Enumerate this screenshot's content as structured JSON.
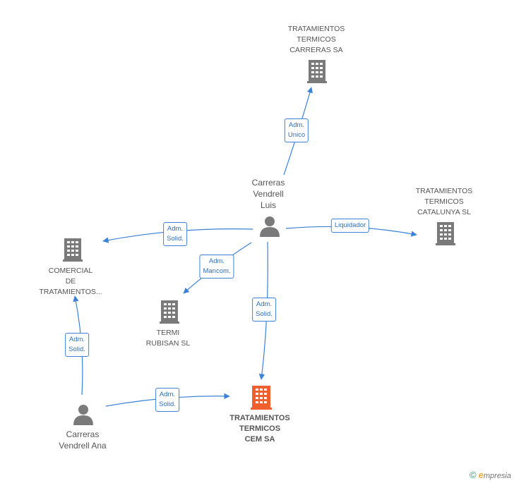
{
  "nodes": {
    "carreras_sa": {
      "lines": [
        "TRATAMIENTOS",
        "TERMICOS",
        "CARRERAS SA"
      ],
      "color": "#7a7a7a"
    },
    "catalunya": {
      "lines": [
        "TRATAMIENTOS",
        "TERMICOS",
        "CATALUNYA SL"
      ],
      "color": "#7a7a7a"
    },
    "comercial": {
      "lines": [
        "COMERCIAL",
        "DE",
        "TRATAMIENTOS..."
      ],
      "color": "#7a7a7a"
    },
    "rubisan": {
      "lines": [
        "TERMI",
        "RUBISAN SL"
      ],
      "color": "#7a7a7a"
    },
    "cem": {
      "lines": [
        "TRATAMIENTOS",
        "TERMICOS",
        "CEM SA"
      ],
      "color": "#f0602e"
    },
    "luis": {
      "lines": [
        "Carreras",
        "Vendrell",
        "Luis"
      ],
      "color": "#7a7a7a"
    },
    "ana": {
      "lines": [
        "Carreras",
        "Vendrell Ana"
      ],
      "color": "#7a7a7a"
    }
  },
  "edges": {
    "e1": {
      "lines": [
        "Adm.",
        "Unico"
      ]
    },
    "e2": {
      "lines": [
        "Liquidador"
      ]
    },
    "e3": {
      "lines": [
        "Adm.",
        "Solid."
      ]
    },
    "e4": {
      "lines": [
        "Adm.",
        "Mancom."
      ]
    },
    "e5": {
      "lines": [
        "Adm.",
        "Solid."
      ]
    },
    "e6": {
      "lines": [
        "Adm.",
        "Solid."
      ]
    },
    "e7": {
      "lines": [
        "Adm.",
        "Solid."
      ]
    }
  },
  "colors": {
    "edge": "#3b82d6",
    "building": "#7a7a7a",
    "focus": "#f0602e"
  },
  "footer": {
    "copyright": "©",
    "brand_e": "e",
    "brand_rest": "mpresia"
  }
}
